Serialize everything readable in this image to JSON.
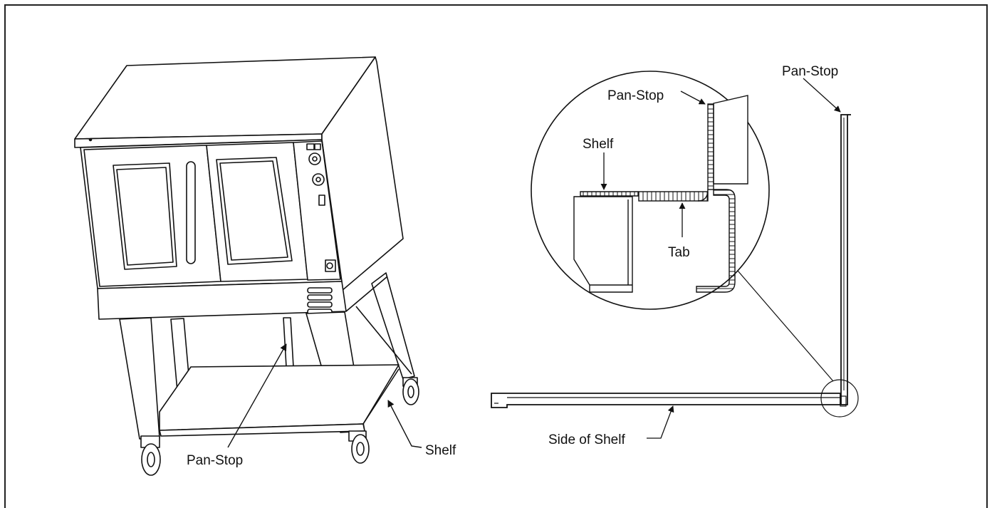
{
  "labels": {
    "pan_stop_left": "Pan-Stop",
    "shelf_left": "Shelf",
    "pan_stop_detail": "Pan-Stop",
    "shelf_detail": "Shelf",
    "tab_detail": "Tab",
    "pan_stop_right": "Pan-Stop",
    "side_of_shelf": "Side of Shelf"
  },
  "colors": {
    "line": "#111111",
    "fill": "#ffffff"
  }
}
